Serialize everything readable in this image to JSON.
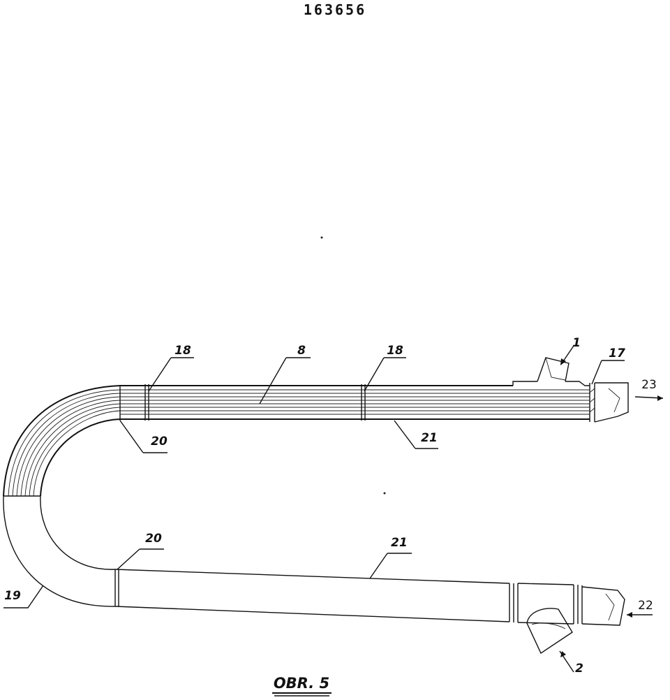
{
  "header": {
    "page_number": "163656"
  },
  "labels": {
    "tube_bundle": "8",
    "spacer_left": "18",
    "spacer_right": "18",
    "inlet_top": "1",
    "flange": "17",
    "outlet_top": "23",
    "joint_upper": "20",
    "outer_tube_upper": "21",
    "joint_lower": "20",
    "outer_tube_lower": "21",
    "bend": "19",
    "inlet_bottom": "22",
    "outlet_bottom": "2"
  },
  "caption": "OBR. 5"
}
